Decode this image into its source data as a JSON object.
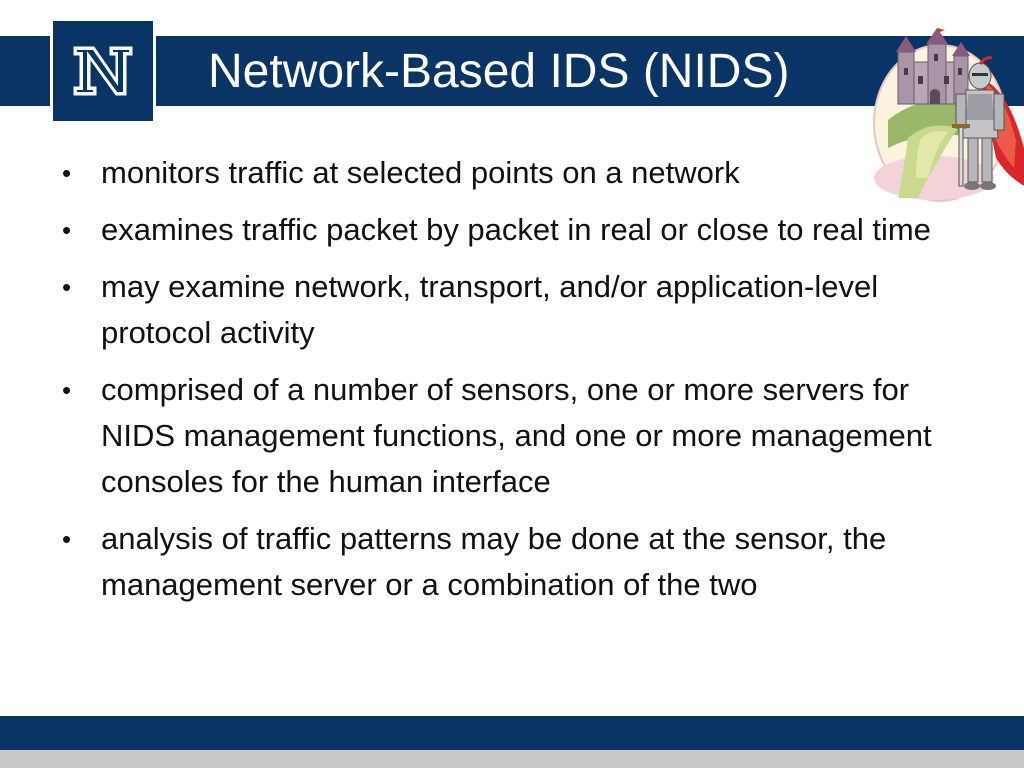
{
  "slide": {
    "title": "Network-Based IDS (NIDS)",
    "bullets": [
      "monitors traffic at selected points on a network",
      "examines traffic packet by packet in real or close to real time",
      "may examine network, transport, and/or application-level protocol activity",
      "comprised of a number of sensors, one or more servers for NIDS management functions, and one or more management consoles for the human interface",
      "analysis of traffic patterns may be done at the sensor, the management server or a combination of the two"
    ],
    "bullet_glyph": "•"
  },
  "decor": {
    "logo_icon": "university-n-logo-icon",
    "clipart_icon": "castle-knight-clipart-icon"
  },
  "colors": {
    "brand_navy": "#0b3466",
    "footer_gray": "#c9c9c9",
    "text": "#111111"
  }
}
